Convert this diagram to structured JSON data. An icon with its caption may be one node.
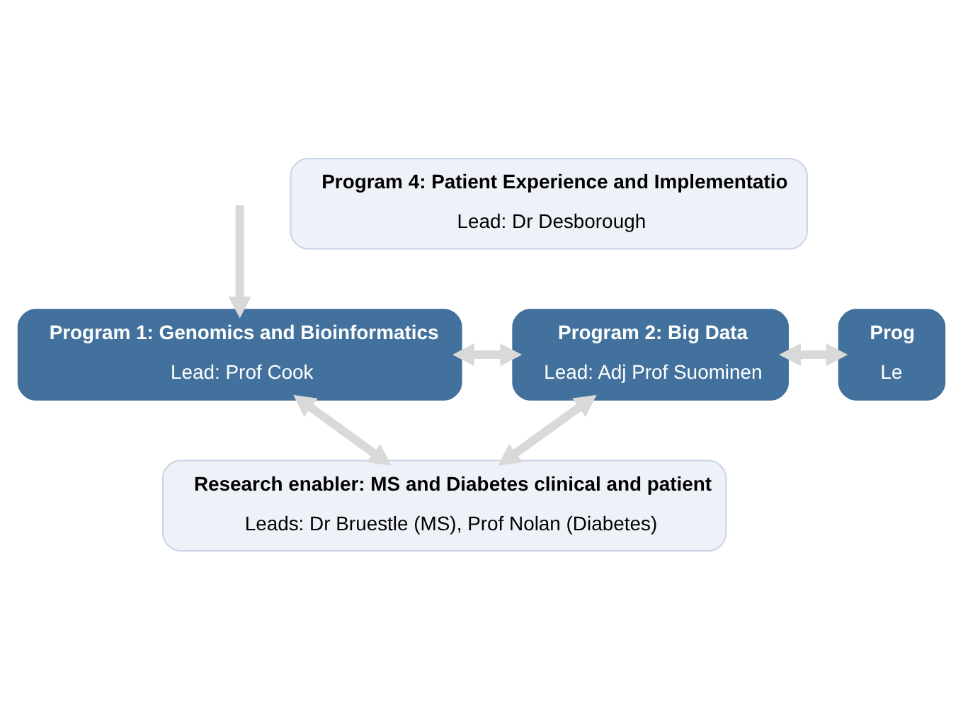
{
  "diagram": {
    "nodes": [
      {
        "text": [
          "Program 1: Genomics and Bioinformatics",
          "Lead: Prof Cook"
        ]
      },
      {
        "text": [
          "Program 2: Big Data",
          "Lead: Adj Prof Suominen"
        ]
      },
      {
        "text": [
          "Prog",
          "Le"
        ]
      },
      {
        "text": [
          "Program 4: Patient Experience and Implementatio",
          "Lead: Dr Desborough"
        ]
      },
      {
        "text": [
          "Research enabler: MS and Diabetes clinical and patient",
          "Leads: Dr Bruestle (MS), Prof Nolan (Diabetes)"
        ]
      }
    ],
    "edges": [
      {
        "from": 0,
        "to": 1,
        "arrow": "both"
      },
      {
        "from": 1,
        "to": 2,
        "arrow": "both"
      },
      {
        "from": null,
        "to": 0,
        "arrow": "to"
      },
      {
        "from": 0,
        "to": 4,
        "arrow": "both"
      },
      {
        "from": 1,
        "to": 4,
        "arrow": "both"
      }
    ]
  }
}
